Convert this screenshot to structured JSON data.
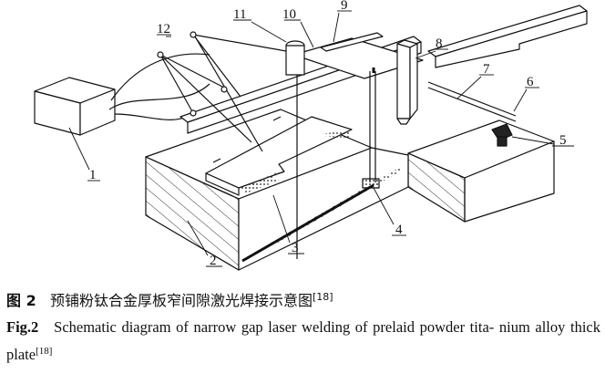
{
  "figure": {
    "labels": [
      "1",
      "2",
      "3",
      "4",
      "5",
      "6",
      "7",
      "8",
      "9",
      "10",
      "11",
      "12"
    ]
  },
  "caption_cn": {
    "fig_no": "图 2",
    "text": "预铺粉钛合金厚板窄间隙激光焊接示意图",
    "ref": "[18]"
  },
  "caption_en": {
    "fig_no": "Fig.2",
    "text": "Schematic diagram of narrow gap laser welding of prelaid powder tita- nium alloy thick plate",
    "ref": "[18]"
  }
}
